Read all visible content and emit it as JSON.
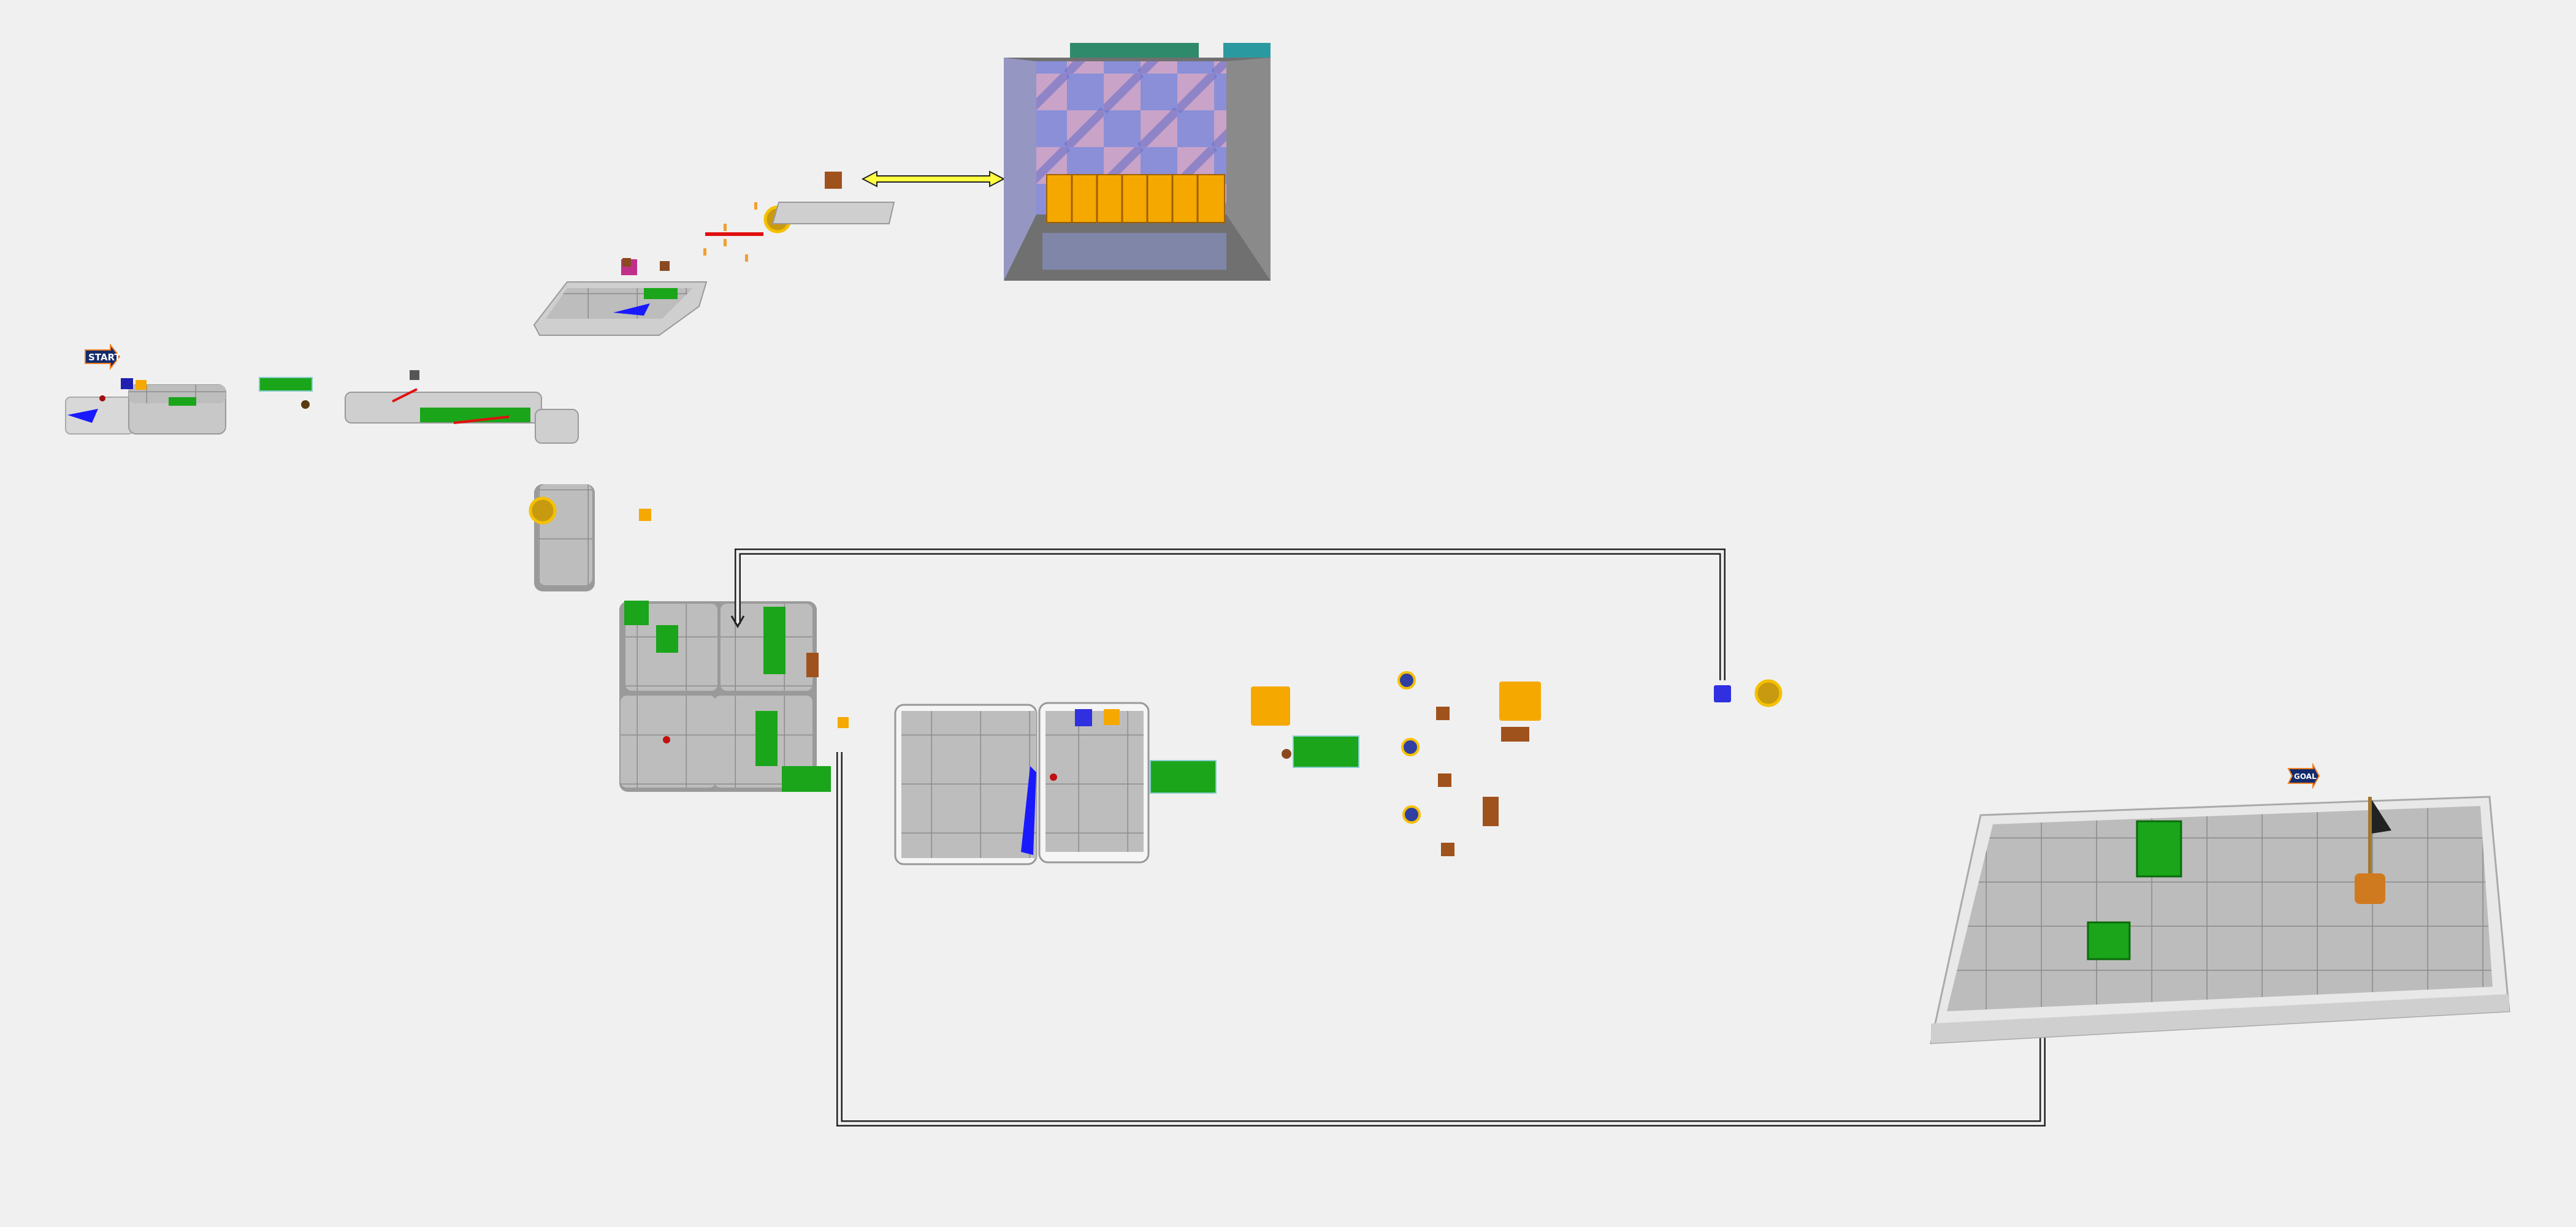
{
  "map": {
    "start_label": "START",
    "goal_label": "GOAL",
    "colors": {
      "background": "#f0f0f0",
      "platform": "#bdbdbd",
      "platform_edge": "#e6e6e6",
      "pipe": "#1aa51a",
      "block": "#f5a800",
      "brick": "#a0521d",
      "sign": "#142a6b",
      "sign_border": "#f08020",
      "warp_arrow": "#ffff40",
      "route_line": "#222222"
    },
    "sub_area": {
      "block_count": 7
    }
  }
}
